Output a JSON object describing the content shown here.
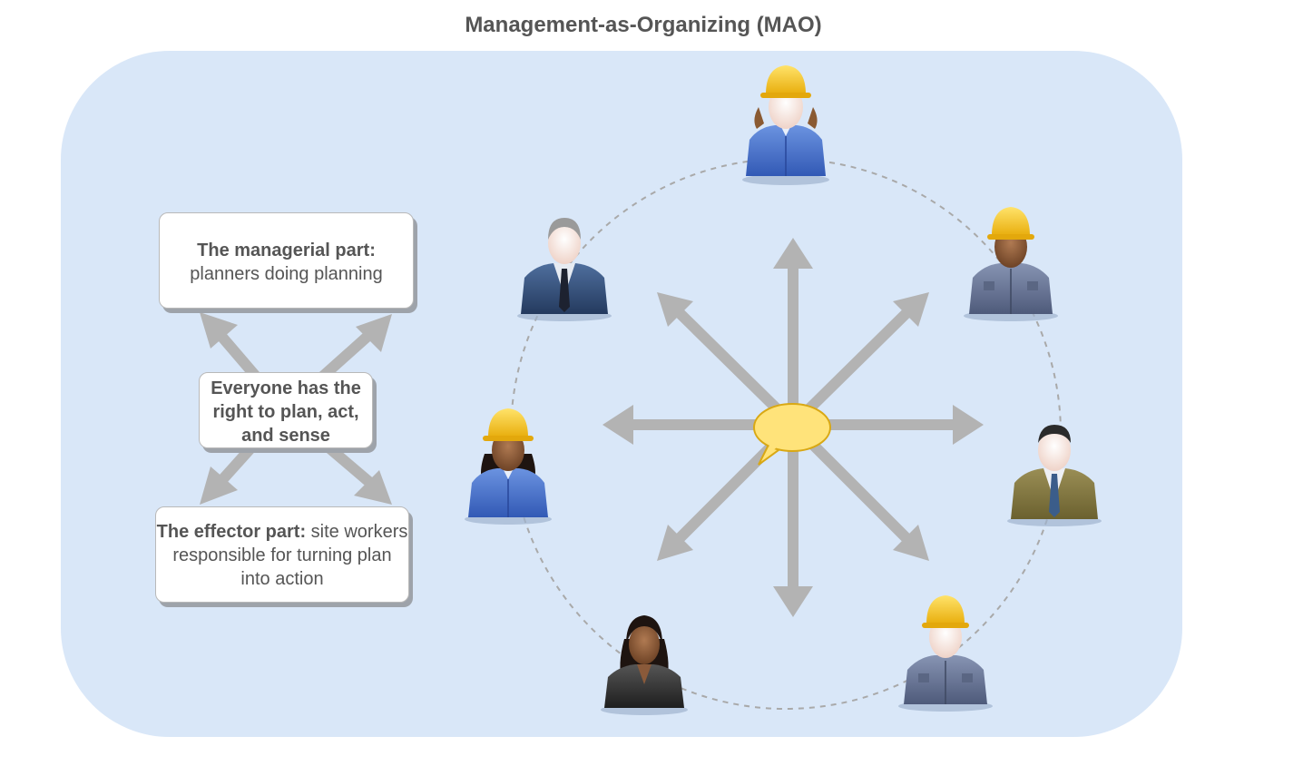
{
  "title": "Management-as-Organizing (MAO)",
  "colors": {
    "panel": "#d9e7f8",
    "arrow": "#b3b3b3",
    "bubble": "#ffe37a",
    "text": "#555555",
    "helmet": "#f5c21b"
  },
  "cards": {
    "managerial": {
      "heading": "The managerial part:",
      "body": "planners doing planning"
    },
    "everyone": {
      "text": "Everyone has the right to plan, act, and sense"
    },
    "effector": {
      "heading": "The effector part:",
      "body": " site workers responsible for turning plan into action"
    }
  },
  "people": [
    {
      "role": "worker",
      "helmet": true,
      "gender": "female",
      "skin": "light",
      "outfit": "blue-shirt"
    },
    {
      "role": "worker",
      "helmet": true,
      "gender": "male",
      "skin": "dark",
      "outfit": "grey-shirt"
    },
    {
      "role": "manager",
      "helmet": false,
      "gender": "male",
      "skin": "light",
      "outfit": "olive-suit"
    },
    {
      "role": "worker",
      "helmet": true,
      "gender": "male",
      "skin": "light",
      "outfit": "grey-shirt"
    },
    {
      "role": "manager",
      "helmet": false,
      "gender": "female",
      "skin": "dark",
      "outfit": "black-suit"
    },
    {
      "role": "worker",
      "helmet": true,
      "gender": "female",
      "skin": "dark",
      "outfit": "blue-shirt"
    },
    {
      "role": "manager",
      "helmet": false,
      "gender": "male",
      "skin": "light",
      "outfit": "navy-suit"
    }
  ],
  "icons": [
    "speech-bubble-icon",
    "arrow-icon",
    "person-icon",
    "hard-hat-icon"
  ]
}
